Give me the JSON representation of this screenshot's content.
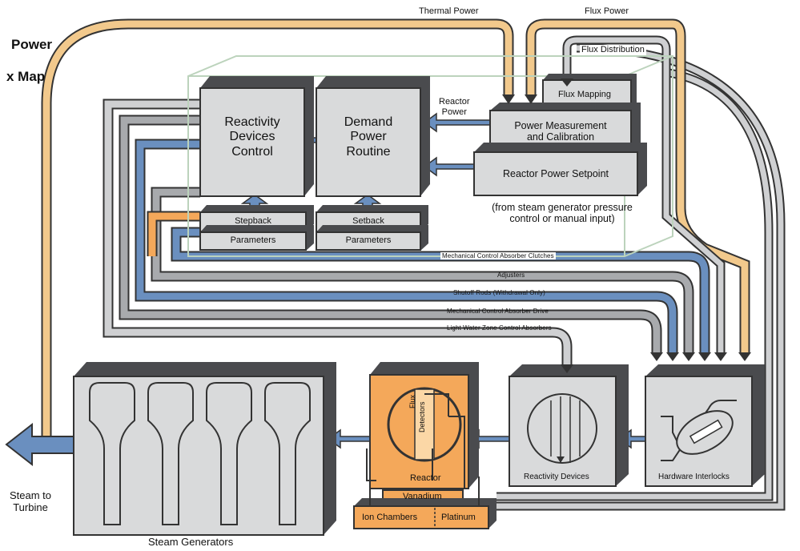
{
  "title_lines": [
    "Power",
    "x Map"
  ],
  "labels": {
    "thermal_power": "Thermal Power",
    "flux_power": "Flux Power",
    "flux_distribution": "Flux Distribution",
    "flux_mapping": "Flux Mapping",
    "reactor_power": [
      "Reactor",
      "Power"
    ],
    "power_measurement": [
      "Power Measurement",
      "and Calibration"
    ],
    "reactor_power_setpoint": "Reactor Power Setpoint",
    "setpoint_note": [
      "(from steam generator pressure",
      "control or manual input)"
    ],
    "reactivity_devices_control": [
      "Reactivity",
      "Devices",
      "Control"
    ],
    "demand_power_routine": [
      "Demand",
      "Power",
      "Routine"
    ],
    "stepback": "Stepback",
    "setback": "Setback",
    "parameters_1": "Parameters",
    "parameters_2": "Parameters",
    "mech_clutches": "Mechanical Control Absorber Clutches",
    "adjusters": "Adjusters",
    "shutoff_rods": "Shutoff Rods (Withdrawal Only)",
    "mech_drive": "Mechanical Control Absorber Drive",
    "light_water": "Light Water Zone Control Absorbers",
    "steam_generators": "Steam Generators",
    "steam_to_turbine": [
      "Steam to",
      "Turbine"
    ],
    "reactor": "Reactor",
    "flux_detectors": [
      "Flux",
      "Detectors"
    ],
    "vanadium": "Vanadium",
    "ion_chambers": "Ion Chambers",
    "platinum": "Platinum",
    "reactivity_devices": "Reactivity Devices",
    "hardware_interlocks": "Hardware Interlocks"
  },
  "colors": {
    "tan_pipe": "#f2c98c",
    "blue_pipe": "#6a8fbf",
    "gray_pipe": "#a8aaad",
    "box_face": "#d9dadb",
    "box_dark": "#4a4b4e",
    "reactor_orange": "#f4a85a"
  }
}
